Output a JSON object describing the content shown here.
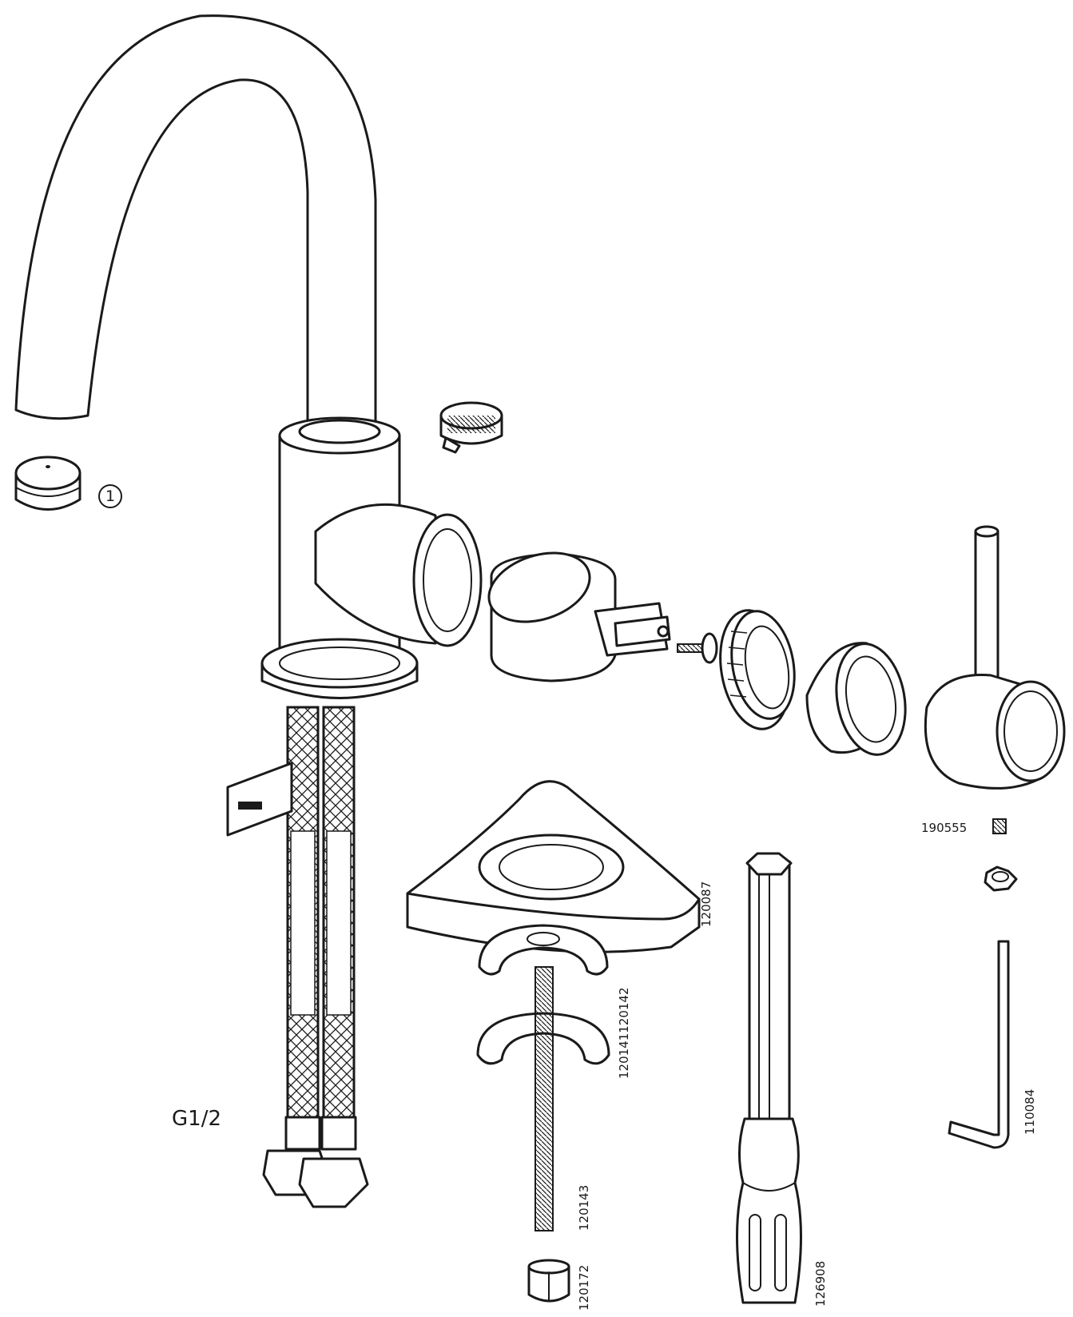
{
  "callout": "1",
  "thread_label": "G1/2",
  "part_numbers": {
    "screw": "190555",
    "trim_plate": "120087",
    "clip_washers": "120141120142",
    "threaded_rod": "120143",
    "rod_nut": "120172",
    "socket_tool": "126908",
    "hex_key": "110084"
  }
}
